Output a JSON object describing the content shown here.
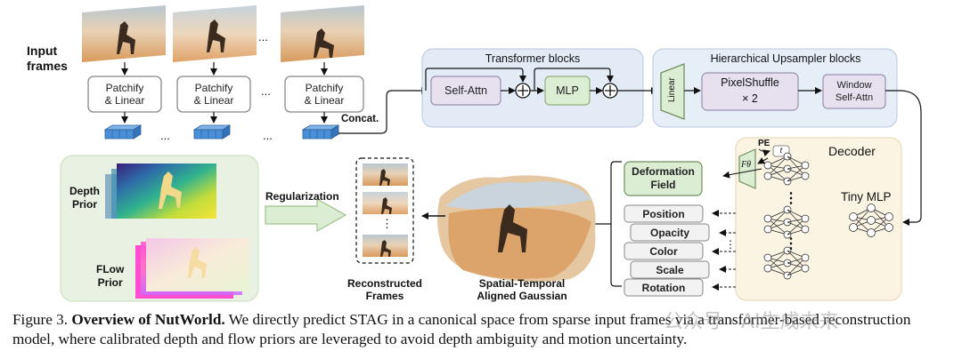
{
  "input": {
    "title": "Input\nframes",
    "dots": "...",
    "patchify_label": "Patchify\n& Linear",
    "concat_label": "Concat."
  },
  "transformer": {
    "title": "Transformer blocks",
    "self_attn": "Self-Attn",
    "mlp": "MLP"
  },
  "upsampler": {
    "title": "Hierarchical Upsampler blocks",
    "linear": "Linear",
    "pixelshuffle": "PixelShuffle",
    "times2": "× 2",
    "window_attn": "Window\nSelf-Attn"
  },
  "decoder": {
    "title": "Decoder",
    "pe": "PE",
    "t": "t",
    "f_theta": "Fθ",
    "tiny_mlp": "Tiny MLP",
    "deformation_field": "Deformation\nField",
    "attributes": [
      "Position",
      "Opacity",
      "Color",
      "Scale",
      "Rotation"
    ],
    "dots": "⋮"
  },
  "priors": {
    "depth": "Depth\nPrior",
    "flow": "FLow\nPrior"
  },
  "regularization": "Regularization",
  "reconstructed": {
    "label": "Reconstructed\nFrames",
    "dots": "⋮"
  },
  "gaussian_label": "Spatial-Temporal\nAligned Gaussian",
  "caption": {
    "prefix": "Figure 3.",
    "bold": "Overview of NutWorld.",
    "text": " We directly predict STAG in a canonical space from sparse input frames via a transformer-based reconstruction model, where calibrated depth and flow priors are leveraged to avoid depth ambiguity and motion uncertainty."
  },
  "watermark": "公众号 · AI生成未来",
  "colors": {
    "transformer_bg": "#e3ebf7",
    "upsampler_bg": "#e6eff8",
    "decoder_bg": "#fbf4e3",
    "prior_bg": "#e8f1e2",
    "green_box": "#dbeed3",
    "purple_box": "#e6e0ef",
    "patch_blue": "#4a8fd8"
  }
}
